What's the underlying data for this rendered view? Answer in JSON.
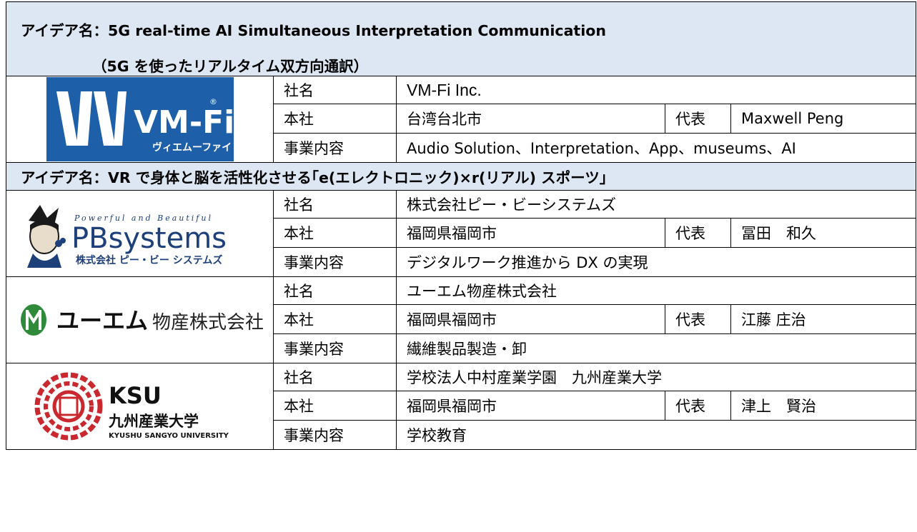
{
  "ideas": [
    {
      "title_line1": "アイデア名：5G real-time AI Simultaneous Interpretation Communication",
      "title_line2": "（5G を使ったリアルタイム双方向通訳）",
      "companies": [
        {
          "logo": {
            "mark": "VM",
            "name": "VM-Fi",
            "registered": "®",
            "kana": "ヴィエムーファイ",
            "bg_color": "#1d5fa8"
          },
          "name_label": "社名",
          "name": "VM-Fi Inc.",
          "hq_label": "本社",
          "hq": "台湾台北市",
          "rep_label": "代表",
          "rep": "Maxwell Peng",
          "biz_label": "事業内容",
          "biz": "Audio Solution、Interpretation、App、museums、AI"
        }
      ]
    },
    {
      "title_line1": "アイデア名：VR で身体と脳を活性化させる｢e(エレクトロニック)×r(リアル) スポーツ｣",
      "companies": [
        {
          "logo": {
            "tagline": "Powerful and Beautiful",
            "name": "PBsystems",
            "kana": "株式会社 ピー・ビー システムズ",
            "color": "#1d3f7a"
          },
          "name_label": "社名",
          "name": "株式会社ピー・ビーシステムズ",
          "hq_label": "本社",
          "hq": "福岡県福岡市",
          "rep_label": "代表",
          "rep": "冨田　和久",
          "biz_label": "事業内容",
          "biz": "デジタルワーク推進から DX の実現"
        },
        {
          "logo": {
            "brand": "ユーエム",
            "suffix": "物産株式会社",
            "icon_color": "#2f8a3a"
          },
          "name_label": "社名",
          "name": "ユーエム物産株式会社",
          "hq_label": "本社",
          "hq": "福岡県福岡市",
          "rep_label": "代表",
          "rep": "江藤 庄治",
          "biz_label": "事業内容",
          "biz": "繊維製品製造・卸"
        },
        {
          "logo": {
            "abbr": "KSU",
            "name": "九州産業大学",
            "name_en": "KYUSHU SANGYO UNIVERSITY",
            "icon_color": "#c8282e"
          },
          "name_label": "社名",
          "name": "学校法人中村産業学園　九州産業大学",
          "hq_label": "本社",
          "hq": "福岡県福岡市",
          "rep_label": "代表",
          "rep": "津上　賢治",
          "biz_label": "事業内容",
          "biz": "学校教育"
        }
      ]
    }
  ]
}
